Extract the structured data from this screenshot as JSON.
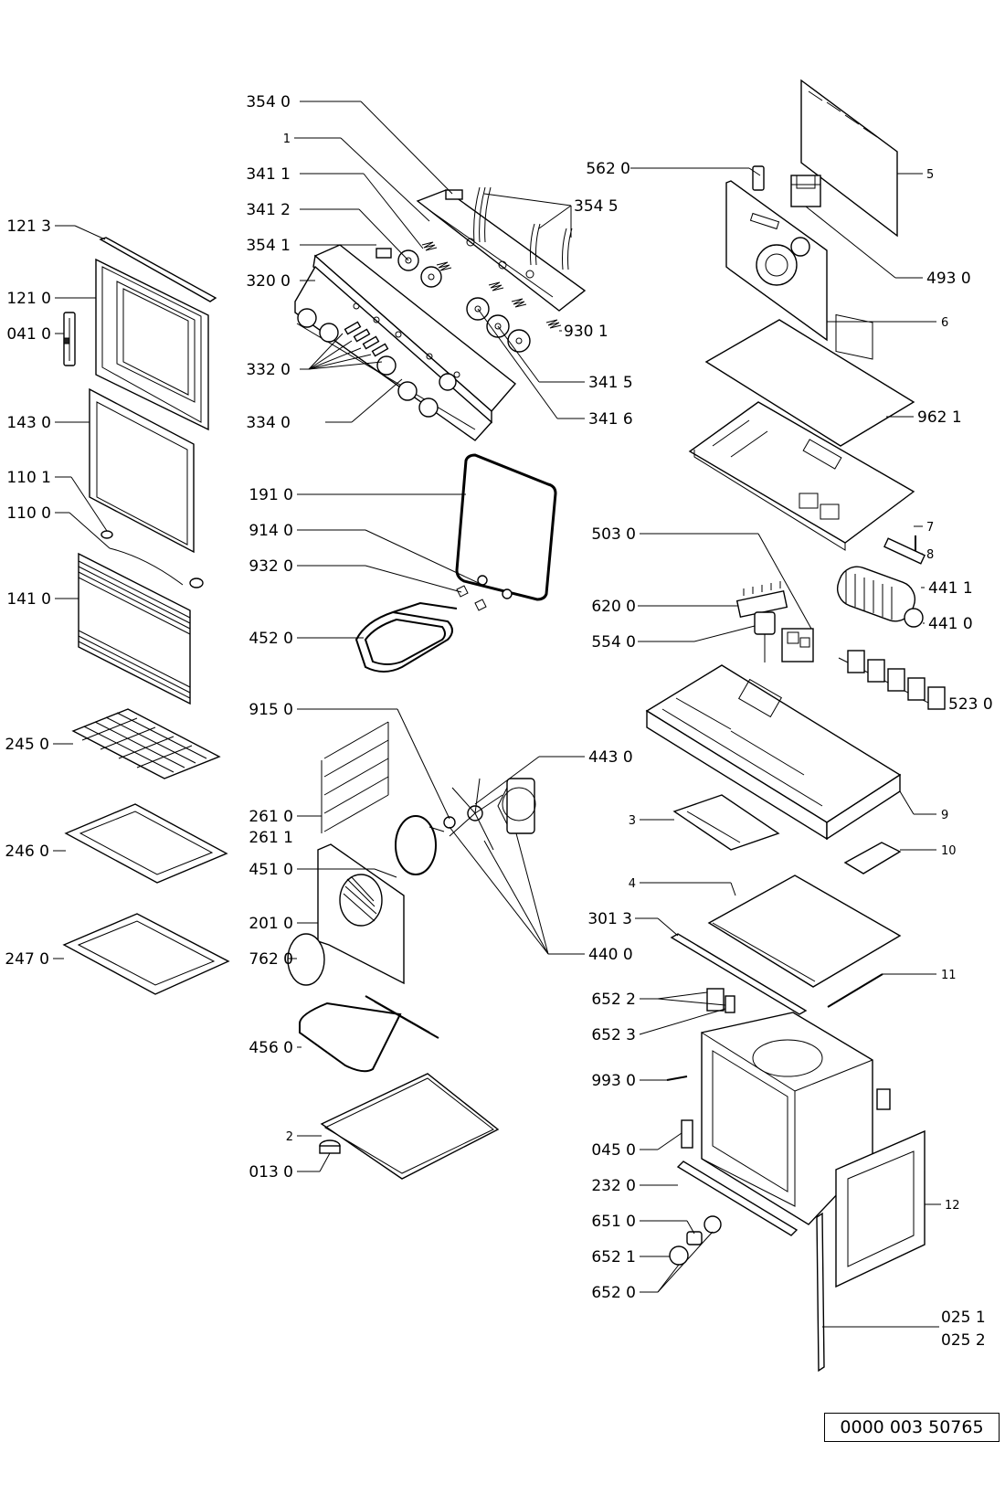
{
  "labels": {
    "l3540": "354 0",
    "l1": "1",
    "l3411": "341 1",
    "l3412": "341 2",
    "l3541": "354 1",
    "l3200": "320 0",
    "l3320": "332 0",
    "l3340": "334 0",
    "l5620": "562 0",
    "l3545": "354 5",
    "l5": "5",
    "l4930": "493 0",
    "l6": "6",
    "l9301": "930 1",
    "l3415": "341 5",
    "l3416": "341 6",
    "l9621": "962 1",
    "l1213": "121 3",
    "l1210": "121 0",
    "l0410": "041 0",
    "l1430": "143 0",
    "l1101": "110 1",
    "l1100": "110 0",
    "l1410": "141 0",
    "l2450": "245 0",
    "l2460": "246 0",
    "l2470": "247 0",
    "l1910": "191 0",
    "l9140": "914 0",
    "l9320": "932 0",
    "l4520": "452 0",
    "l9150": "915 0",
    "l2610": "261 0",
    "l2611": "261 1",
    "l4510": "451 0",
    "l2010": "201 0",
    "l7620": "762 0",
    "l4560": "456 0",
    "l2": "2",
    "l0130": "013 0",
    "l5030": "503 0",
    "l7": "7",
    "l8": "8",
    "l4411": "441 1",
    "l6200": "620 0",
    "l4410": "441 0",
    "l5540": "554 0",
    "l5230": "523 0",
    "l4430": "443 0",
    "l9": "9",
    "l3": "3",
    "l10": "10",
    "l4": "4",
    "l3013": "301 3",
    "l4400": "440 0",
    "l11": "11",
    "l6522": "652 2",
    "l6523": "652 3",
    "l9930": "993 0",
    "l0450": "045 0",
    "l2320": "232 0",
    "l12": "12",
    "l6510": "651 0",
    "l6521": "652 1",
    "l6520": "652 0",
    "l0251": "025 1",
    "l0252": "025 2"
  },
  "drawing_number": "0000 003 50765"
}
